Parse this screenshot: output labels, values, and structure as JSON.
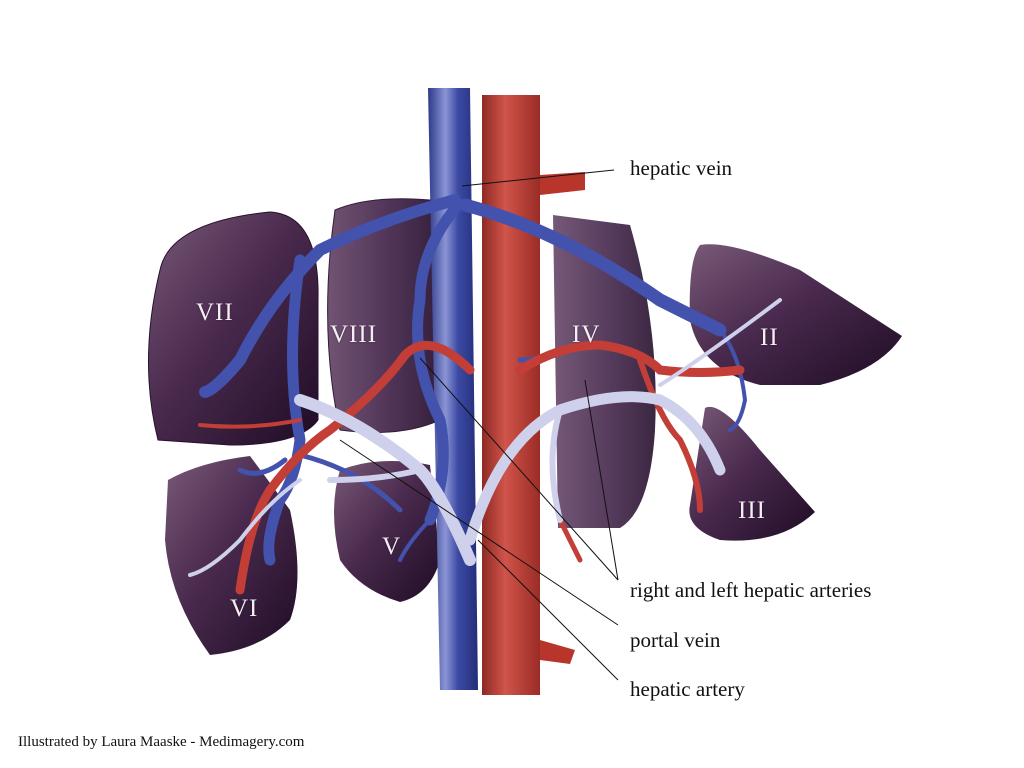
{
  "figure": {
    "description": "Couinaud segments of the liver with hepatic vasculature",
    "colors": {
      "segment_fill": "#4a2a4e",
      "segment_edge": "#2a1030",
      "vein_blue": "#3f4fa8",
      "portal_vein": "#c9cbe6",
      "artery_red": "#b83a34",
      "ivc_blue": "#3a4aa0",
      "aorta_red": "#b8352c"
    }
  },
  "segments": {
    "II": "II",
    "III": "III",
    "IV": "IV",
    "V": "V",
    "VI": "VI",
    "VII": "VII",
    "VIII": "VIII"
  },
  "callouts": {
    "hepatic_vein": "hepatic vein",
    "hepatic_arteries": "right and left hepatic arteries",
    "portal_vein": "portal vein",
    "hepatic_artery": "hepatic artery"
  },
  "credit": "Illustrated by Laura Maaske - Medimagery.com"
}
